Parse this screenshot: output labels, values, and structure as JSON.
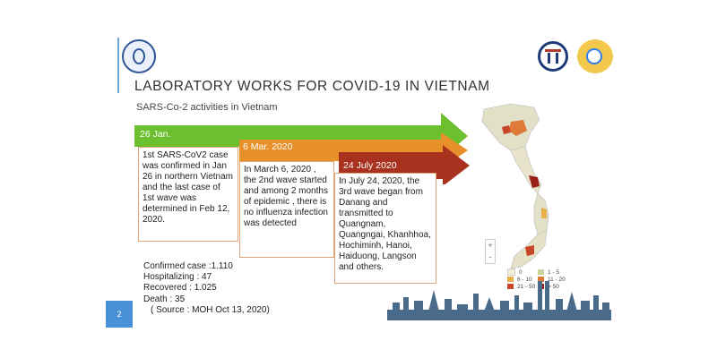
{
  "header": {
    "title": "LABORATORY WORKS FOR COVID-19 IN VIETNAM",
    "subtitle": "SARS-Co-2 activities in Vietnam"
  },
  "timeline": [
    {
      "date": "26 Jan.",
      "color": "#6cbf2f",
      "text": "1st SARS-CoV2 case was confirmed in Jan 26 in northern Vietnam and the last case of 1st wave was determined in Feb 12, 2020."
    },
    {
      "date": "6 Mar. 2020",
      "color": "#e8902a",
      "text": "In March 6, 2020 , the 2nd wave started and among 2 months of epidemic , there is  no influenza infection was detected"
    },
    {
      "date": "24 July 2020",
      "color": "#a9321f",
      "text": "In July 24, 2020, the 3rd wave began from Danang and transmitted  to Quangnam, Quangngai, Khanhhoa, Hochiminh, Hanoi, Haiduong, Langson and others."
    }
  ],
  "stats": {
    "confirmed": "Confirmed case :1.110",
    "hospitalizing": "Hospitalizing : 47",
    "recovered": "Recovered : 1.025",
    "death": "Death :  35",
    "source": "( Source : MOH  Oct 13, 2020)"
  },
  "page_number": "2",
  "map": {
    "zoom_in": "+",
    "zoom_out": "-",
    "legend": [
      {
        "label": "0",
        "color": "#f4f0d8"
      },
      {
        "label": "1 - 5",
        "color": "#c9d49a"
      },
      {
        "label": "6 - 10",
        "color": "#e8b04a"
      },
      {
        "label": "11 - 20",
        "color": "#e07a3a"
      },
      {
        "label": "21 - 50",
        "color": "#c8452a"
      },
      {
        "label": "> 50",
        "color": "#9a1f1a"
      }
    ]
  }
}
